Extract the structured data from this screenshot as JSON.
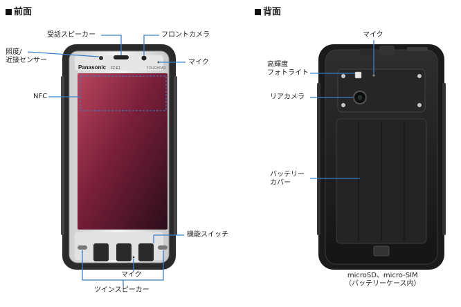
{
  "front": {
    "heading": "前面",
    "brand": "Panasonic",
    "model": "FZ-E1",
    "badge": "TOUGHPAD",
    "labels": {
      "receiver_speaker": "受話スピーカー",
      "front_camera": "フロントカメラ",
      "light_sensor": "照度/\n近接センサー",
      "mic_top": "マイク",
      "nfc": "NFC",
      "function_switch": "機能スイッチ",
      "mic_bottom": "マイク",
      "twin_speaker": "ツインスピーカー"
    }
  },
  "back": {
    "heading": "背面",
    "labels": {
      "mic": "マイク",
      "photo_light": "高輝度\nフォトライト",
      "rear_camera": "リアカメラ",
      "battery_cover": "バッテリー\nカバー",
      "slot": "microSD、micro-SIM\n（バッテリーケース内）"
    }
  },
  "colors": {
    "callout": "#3a7fc8",
    "bezel": "#2a2a2a",
    "frame": "#d9d9d9",
    "screen": "#8a2540",
    "back_body": "#1c1c1c"
  }
}
